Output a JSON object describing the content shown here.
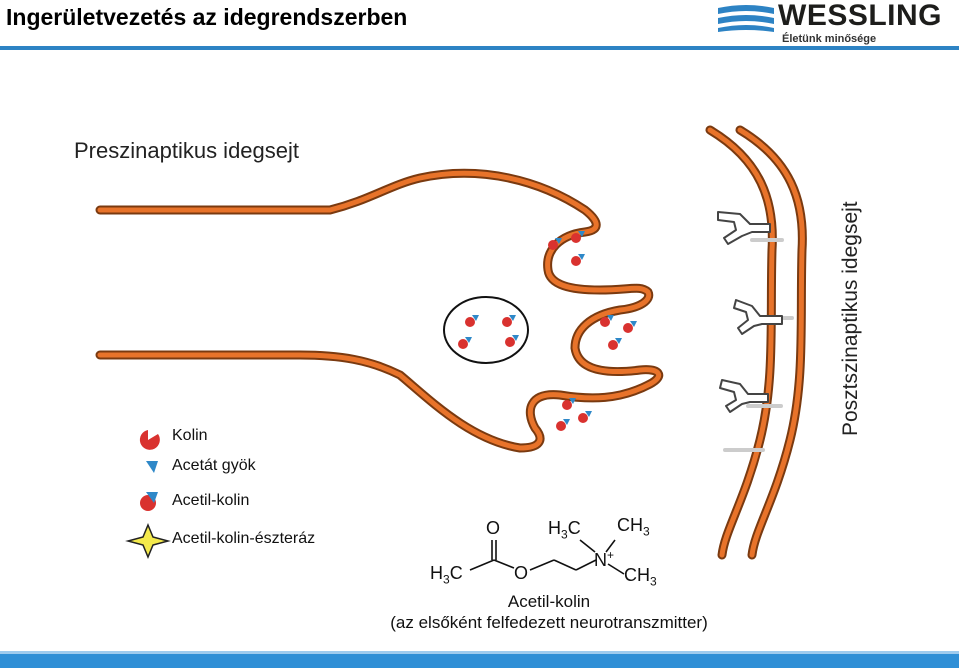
{
  "header": {
    "title": "Ingerületvezetés az idegrendszerben",
    "logo_name": "WESSLING",
    "logo_tagline": "Életünk minősége",
    "accent_color": "#2d83c4"
  },
  "diagram": {
    "presynaptic_label": "Preszinaptikus idegsejt",
    "postsynaptic_label": "Posztszinaptikus idegsejt",
    "membrane_color": "#e8732a",
    "choline_color": "#d9322f",
    "acetate_color": "#2e88c8",
    "esterase_color": "#f4ea4c"
  },
  "legend": [
    {
      "icon": "choline-icon",
      "label": "Kolin"
    },
    {
      "icon": "acetate-icon",
      "label": "Acetát gyök"
    },
    {
      "icon": "acetylcholine-icon",
      "label": "Acetil-kolin"
    },
    {
      "icon": "esterase-star-icon",
      "label": "Acetil-kolin-észteráz"
    }
  ],
  "formula": {
    "o_top": "O",
    "h3c_left_h": "H",
    "h3c_left_sub": "3",
    "h3c_left_c": "C",
    "o_ester": "O",
    "h3c_top_h": "H",
    "h3c_top_sub": "3",
    "h3c_top_c": "C",
    "ch3_top_ch": "CH",
    "ch3_top_sub": "3",
    "n_plus_n": "N",
    "n_plus_charge": "+",
    "ch3_bottom_ch": "CH",
    "ch3_bottom_sub": "3"
  },
  "caption": {
    "line1": "Acetil-kolin",
    "line2": "(az elsőként felfedezett neurotranszmitter)"
  }
}
